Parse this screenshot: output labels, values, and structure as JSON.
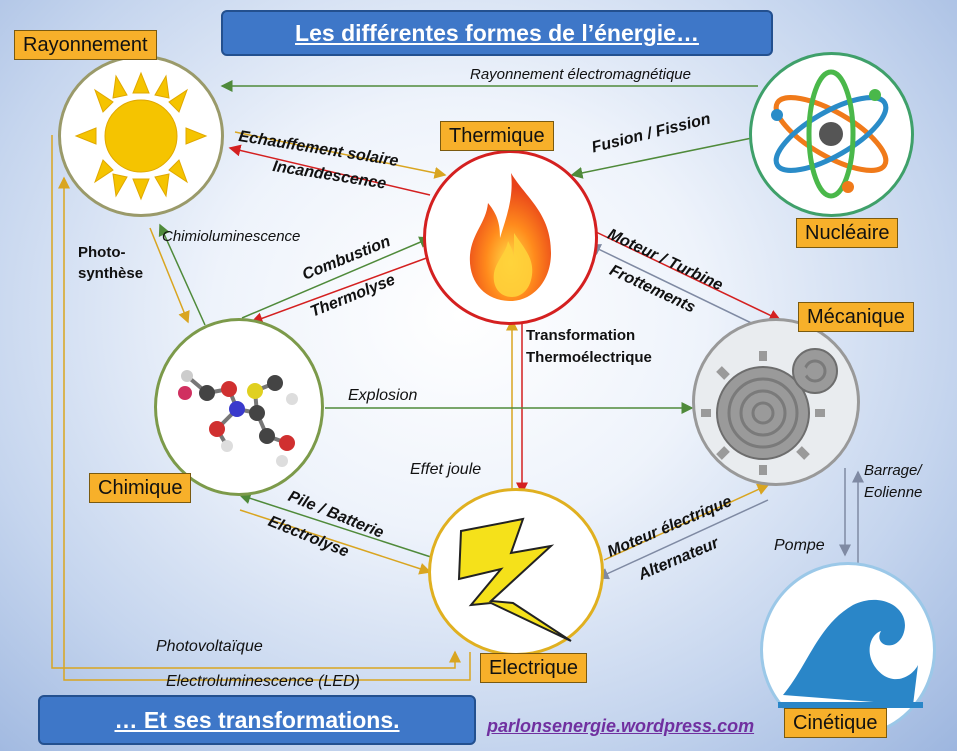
{
  "title": "Les différentes formes de l’énergie…",
  "subtitle": "… Et ses transformations.",
  "credit": "parlonsenergie.wordpress.com",
  "nodes": {
    "rayonnement": "Rayonnement",
    "thermique": "Thermique",
    "nucleaire": "Nucléaire",
    "mecanique": "Mécanique",
    "chimique": "Chimique",
    "electrique": "Electrique",
    "cinetique": "Cinétique"
  },
  "arrows": {
    "rayonnement_em": "Rayonnement électromagnétique",
    "echauffement": "Echauffement solaire",
    "incandescence": "Incandescence",
    "fusion": "Fusion / Fission",
    "chimioluminescence": "Chimioluminescence",
    "photosynthese_1": "Photo-",
    "photosynthese_2": "synthèse",
    "combustion": "Combustion",
    "thermolyse": "Thermolyse",
    "moteur_turbine": "Moteur / Turbine",
    "frottements": "Frottements",
    "transformation_1": "Transformation",
    "transformation_2": "Thermoélectrique",
    "explosion": "Explosion",
    "effet_joule": "Effet joule",
    "pile": "Pile / Batterie",
    "electrolyse": "Electrolyse",
    "moteur_electrique": "Moteur électrique",
    "alternateur": "Alternateur",
    "barrage_1": "Barrage/",
    "barrage_2": "Eolienne",
    "pompe": "Pompe",
    "photovoltaique": "Photovoltaïque",
    "electroluminescence": "Electroluminescence (LED)"
  },
  "colors": {
    "banner": "#3e77c8",
    "label": "#f7b02a",
    "arrow_green": "#4f8a3a",
    "arrow_red": "#d42020",
    "arrow_gold": "#d9a520",
    "arrow_gray": "#7f8aa3",
    "credit": "#7030a0"
  }
}
